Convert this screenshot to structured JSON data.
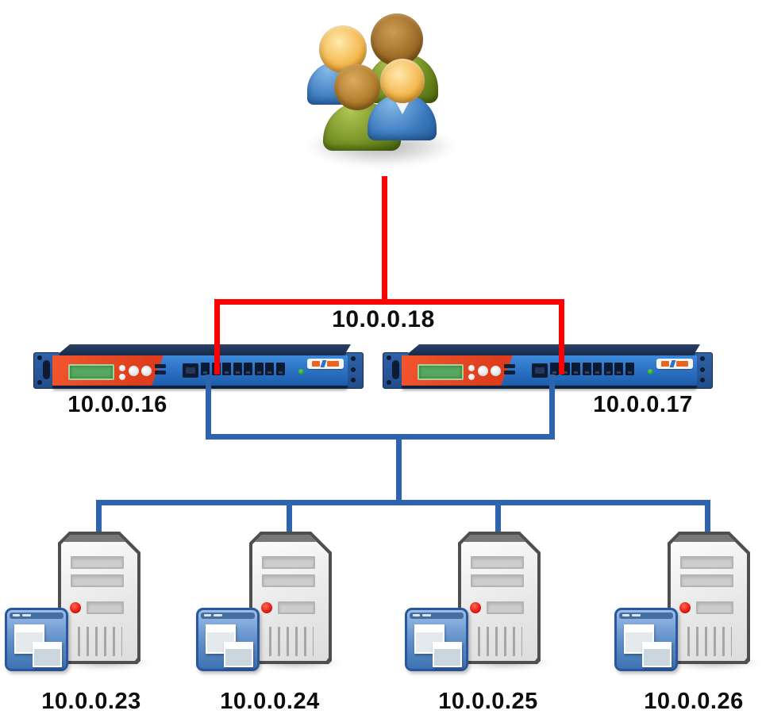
{
  "diagram": {
    "type": "network-topology",
    "description": "clients connecting through a load balanced pair to four real servers",
    "clients": {
      "icon": "user-group-icon"
    },
    "vip": {
      "label": "10.0.0.18"
    },
    "load_balancers": [
      {
        "label": "10.0.0.16",
        "icon": "load-balancer-appliance-icon"
      },
      {
        "label": "10.0.0.17",
        "icon": "load-balancer-appliance-icon"
      }
    ],
    "servers": [
      {
        "label": "10.0.0.23",
        "icon": "server-tower-icon"
      },
      {
        "label": "10.0.0.24",
        "icon": "server-tower-icon"
      },
      {
        "label": "10.0.0.25",
        "icon": "server-tower-icon"
      },
      {
        "label": "10.0.0.26",
        "icon": "server-tower-icon"
      }
    ],
    "links": {
      "client_side_color": "#fe0000",
      "server_side_color": "#2e64ae"
    }
  }
}
